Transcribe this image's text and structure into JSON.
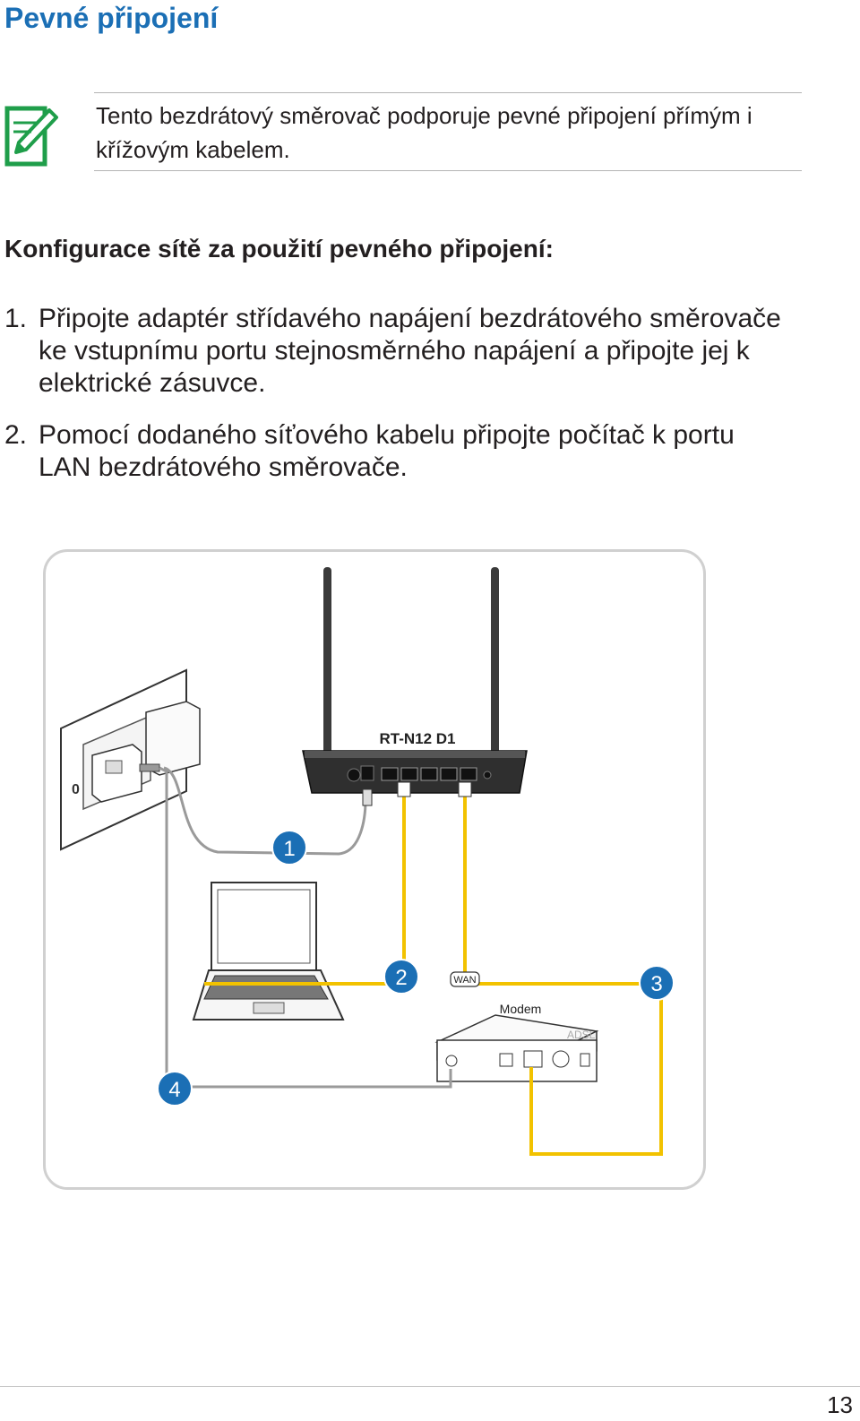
{
  "heading": "Pevné připojení",
  "note": {
    "icon": "note-pencil-icon",
    "text": "Tento bezdrátový směrovač podporuje pevné připojení přímým i křížovým kabelem."
  },
  "subheading": "Konfigurace sítě za použití pevného připojení:",
  "steps": [
    {
      "number": "1.",
      "text": "Připojte adaptér střídavého napájení bezdrátového směrovače ke vstupnímu portu stejnosměrného napájení a připojte jej k elektrické zásuvce."
    },
    {
      "number": "2.",
      "text": "Pomocí dodaného síťového kabelu připojte počítač k portu LAN bezdrátového směrovače."
    }
  ],
  "figure": {
    "router_label": "RT-N12 D1",
    "wan_label": "WAN",
    "modem_label": "Modem",
    "modem_brand": "ADSL",
    "outlet_mark": "0",
    "callouts": [
      "1",
      "2",
      "3",
      "4"
    ],
    "colors": {
      "ethernet_cable": "#f2c200",
      "power_cable": "#9a9a9a",
      "callout": "#1b6fb5"
    }
  },
  "page_number": "13"
}
